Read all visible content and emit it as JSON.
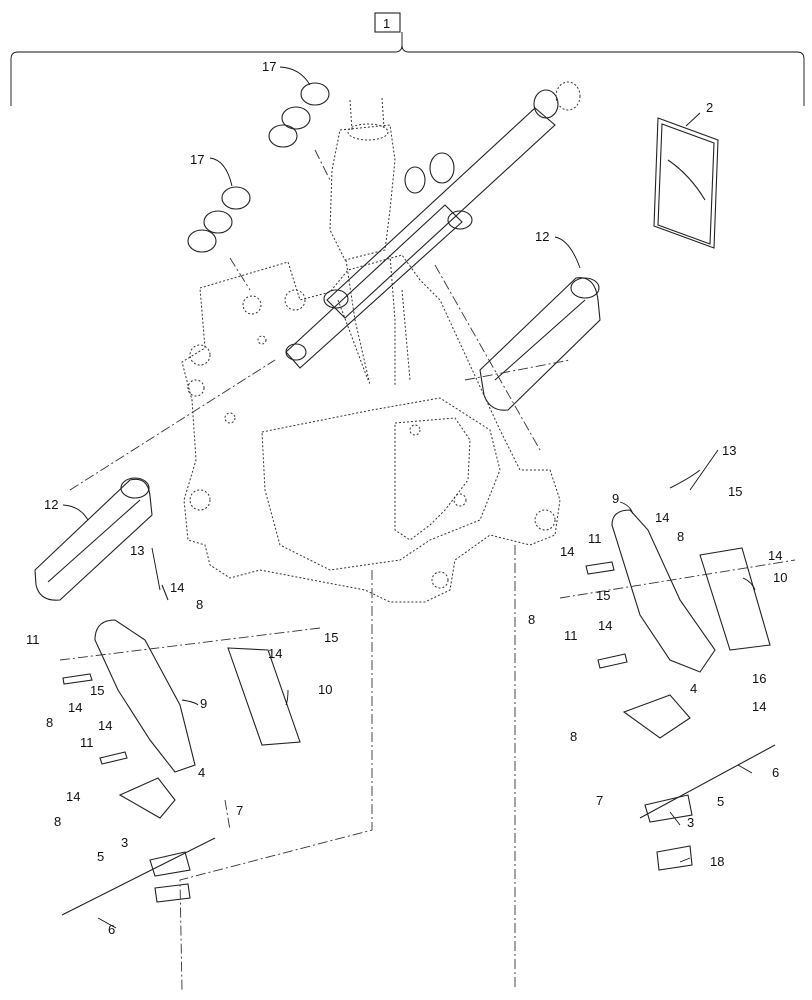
{
  "assembly_label": "1",
  "callouts": {
    "c2": "2",
    "c17a": "17",
    "c17b": "17",
    "c12l": "12",
    "c12r": "12",
    "c13l": "13",
    "c13r": "13",
    "c14_1": "14",
    "c14_2": "14",
    "c14_3": "14",
    "c14_4": "14",
    "c14_5": "14",
    "c14_6": "14",
    "c14_7": "14",
    "c14_8": "14",
    "c14_9": "14",
    "c14_10": "14",
    "c15_1": "15",
    "c15_2": "15",
    "c15_3": "15",
    "c15_4": "15",
    "c8_1": "8",
    "c8_2": "8",
    "c8_3": "8",
    "c8_4": "8",
    "c8_5": "8",
    "c8_6": "8",
    "c9l": "9",
    "c9r": "9",
    "c10l": "10",
    "c10r": "10",
    "c11_1": "11",
    "c11_2": "11",
    "c11_3": "11",
    "c11_4": "11",
    "c4l": "4",
    "c4r": "4",
    "c16": "16",
    "c6l": "6",
    "c6r": "6",
    "c5l": "5",
    "c5r": "5",
    "c3l": "3",
    "c3r": "3",
    "c7l": "7",
    "c7r": "7",
    "c18": "18"
  }
}
